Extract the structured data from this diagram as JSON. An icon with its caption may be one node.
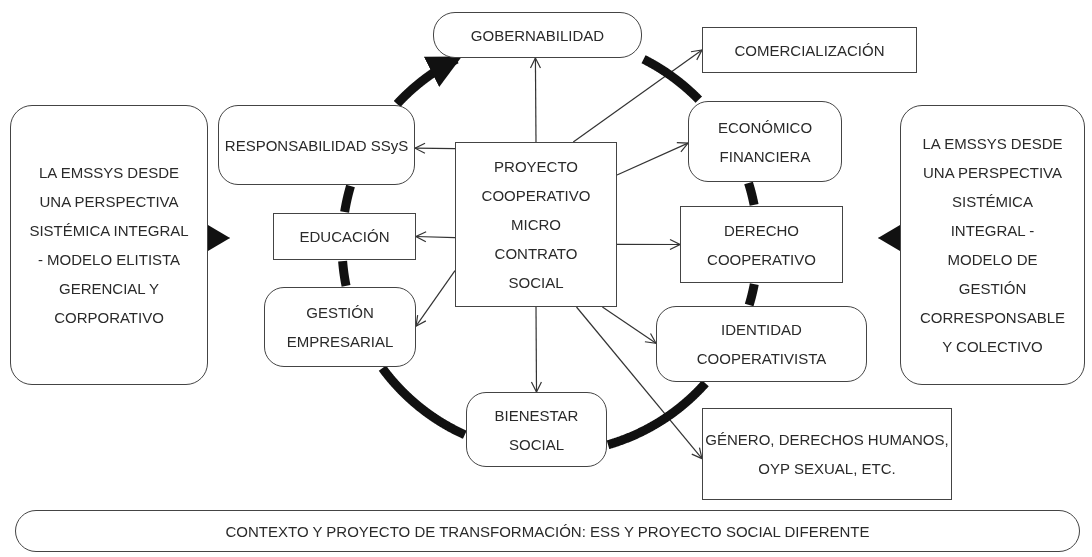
{
  "diagram": {
    "nodes": [
      {
        "text": [
          "LA EMSSYS DESDE UNA PERSPECTIVA SISTÉMICA INTEGRAL - MODELO ELITISTA GERENCIAL Y CORPORATIVO"
        ]
      },
      {
        "text": [
          "GOBERNABILIDAD"
        ]
      },
      {
        "text": [
          "COMERCIALIZACIÓN"
        ]
      },
      {
        "text": [
          "RESPONSABILIDAD SSyS"
        ]
      },
      {
        "text": [
          "PROYECTO COOPERATIVO MICRO CONTRATO SOCIAL"
        ]
      },
      {
        "text": [
          "ECONÓMICO FINANCIERA"
        ]
      },
      {
        "text": [
          "EDUCACIÓN"
        ]
      },
      {
        "text": [
          "DERECHO COOPERATIVO"
        ]
      },
      {
        "text": [
          "GESTIÓN EMPRESARIAL"
        ]
      },
      {
        "text": [
          "IDENTIDAD COOPERATIVISTA"
        ]
      },
      {
        "text": [
          "BIENESTAR SOCIAL"
        ]
      },
      {
        "text": [
          "GÉNERO, DERECHOS HUMANOS, OYP SEXUAL, ETC."
        ]
      },
      {
        "text": [
          "LA EMSSYS DESDE UNA PERSPECTIVA SISTÉMICA INTEGRAL - MODELO DE GESTIÓN CORRESPONSABLE Y COLECTIVO"
        ]
      },
      {
        "text": [
          "CONTEXTO Y PROYECTO DE TRANSFORMACIÓN: ESS Y PROYECTO SOCIAL DIFERENTE"
        ]
      }
    ],
    "edges": [
      {
        "from": 4,
        "to": 1,
        "arrow": "to"
      },
      {
        "from": 4,
        "to": 2,
        "arrow": "to"
      },
      {
        "from": 4,
        "to": 3,
        "arrow": "to"
      },
      {
        "from": 4,
        "to": 5,
        "arrow": "to"
      },
      {
        "from": 4,
        "to": 6,
        "arrow": "to"
      },
      {
        "from": 4,
        "to": 7,
        "arrow": "to"
      },
      {
        "from": 4,
        "to": 8,
        "arrow": "to"
      },
      {
        "from": 4,
        "to": 9,
        "arrow": "to"
      },
      {
        "from": 4,
        "to": 10,
        "arrow": "to"
      },
      {
        "from": 4,
        "to": 11,
        "arrow": "to"
      },
      {
        "from": 1,
        "to": 5,
        "arrow": "none",
        "style": "thick"
      },
      {
        "from": 5,
        "to": 7,
        "arrow": "none",
        "style": "thick"
      },
      {
        "from": 7,
        "to": 9,
        "arrow": "none",
        "style": "thick"
      },
      {
        "from": 9,
        "to": 10,
        "arrow": "none",
        "style": "thick"
      },
      {
        "from": 10,
        "to": 8,
        "arrow": "none",
        "style": "thick"
      },
      {
        "from": 8,
        "to": 6,
        "arrow": "none",
        "style": "thick"
      },
      {
        "from": 6,
        "to": 3,
        "arrow": "none",
        "style": "thick"
      },
      {
        "from": 3,
        "to": 1,
        "arrow": "to",
        "style": "thick"
      },
      {
        "from": 0,
        "to": null,
        "arrow": "to"
      },
      {
        "from": 12,
        "to": null,
        "arrow": "to"
      }
    ]
  }
}
